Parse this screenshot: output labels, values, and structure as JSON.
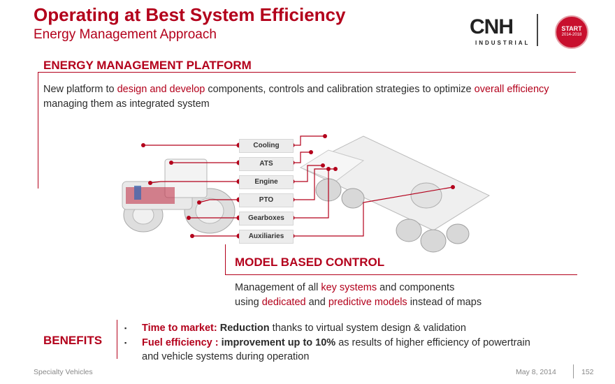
{
  "header": {
    "title": "Operating at Best System Efficiency",
    "subtitle": "Energy Management Approach",
    "logo_text": "CNH",
    "logo_sub": "INDUSTRIAL",
    "seal_line1": "START",
    "seal_line2": "2014-2018"
  },
  "platform": {
    "heading": "ENERGY MANAGEMENT PLATFORM",
    "text": [
      {
        "t": "New platform to ",
        "hl": false
      },
      {
        "t": "design and develop",
        "hl": true
      },
      {
        "t": " components, controls and calibration strategies to optimize ",
        "hl": false
      },
      {
        "t": "overall efficiency",
        "hl": true
      },
      {
        "t": " managing them as integrated system",
        "hl": false
      }
    ]
  },
  "components": [
    "Cooling",
    "ATS",
    "Engine",
    "PTO",
    "Gearboxes",
    "Auxiliaries"
  ],
  "model": {
    "heading": "MODEL BASED CONTROL",
    "line1": [
      {
        "t": "Management of all ",
        "hl": false
      },
      {
        "t": "key systems",
        "hl": true
      },
      {
        "t": " and components",
        "hl": false
      }
    ],
    "line2": [
      {
        "t": "using ",
        "hl": false
      },
      {
        "t": "dedicated",
        "hl": true
      },
      {
        "t": " and ",
        "hl": false
      },
      {
        "t": "predictive models",
        "hl": true
      },
      {
        "t": " instead of maps",
        "hl": false
      }
    ]
  },
  "benefits": {
    "heading": "BENEFITS",
    "bullet_glyph": "▪",
    "items": [
      {
        "label": "Time to market:",
        "bold": "Reduction",
        "rest": " thanks to virtual system design & validation"
      },
      {
        "label": "Fuel efficiency :",
        "bold": "improvement up to 10%",
        "rest": " as results of higher efficiency of powertrain",
        "cont": "and vehicle systems during operation"
      }
    ]
  },
  "footer": {
    "left": "Specialty Vehicles",
    "date": "May 8, 2014",
    "page": "152"
  },
  "colors": {
    "accent": "#b3001b",
    "text": "#2b2b2b"
  }
}
